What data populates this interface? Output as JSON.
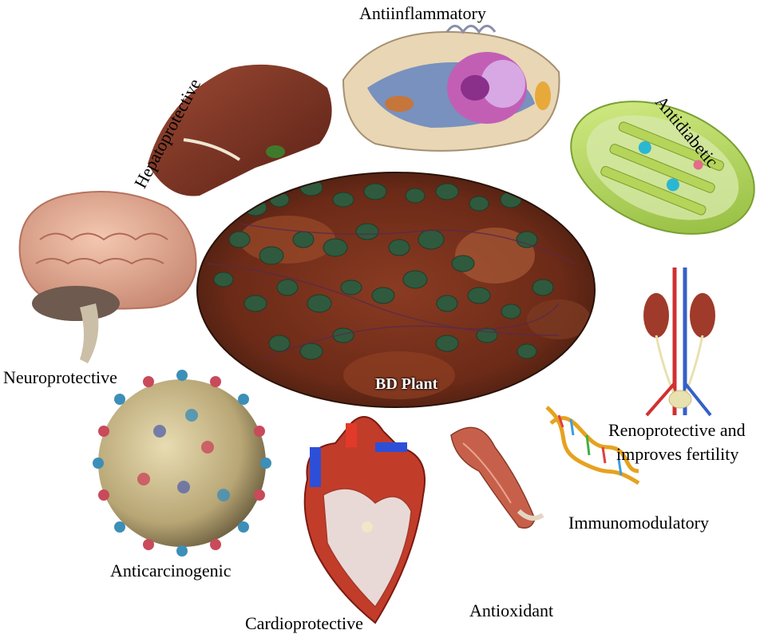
{
  "center": {
    "label": "BD Plant"
  },
  "labels": {
    "antiinflammatory": "Antiinflammatory",
    "hepatoprotective": "Hepatoprotective",
    "antidiabetic": "Antidiabetic",
    "neuroprotective": "Neuroprotective",
    "renoprotective_line1": "Renoprotective and",
    "renoprotective_line2": "improves fertility",
    "immunomodulatory": "Immunomodulatory",
    "anticarcinogenic": "Anticarcinogenic",
    "antioxidant": "Antioxidant",
    "cardioprotective": "Cardioprotective"
  },
  "icons": {
    "liver": "liver-icon",
    "cell": "cell-icon",
    "mitochondrion": "mitochondrion-icon",
    "brain": "brain-icon",
    "kidney": "kidney-icon",
    "dna": "dna-icon",
    "virus": "virus-icon",
    "heart": "heart-icon",
    "muscle": "muscle-icon"
  }
}
